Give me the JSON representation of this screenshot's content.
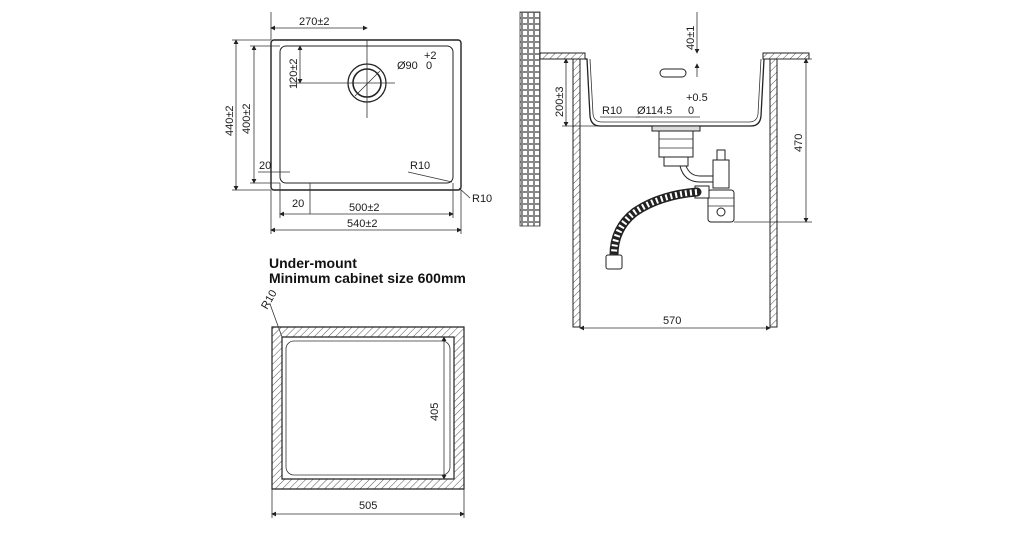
{
  "top_view": {
    "dims": {
      "w270": "270±2",
      "d120": "120±2",
      "d90": "Ø90",
      "tol_plus": "+2",
      "tol_zero": "0",
      "h440": "440±2",
      "h400": "400±2",
      "s20a": "20",
      "s20b": "20",
      "r10_inner": "R10",
      "r10_outer": "R10",
      "w500": "500±2",
      "w540": "540±2"
    }
  },
  "section_view": {
    "dims": {
      "d40": "40±1",
      "d200": "200±3",
      "r10": "R10",
      "d114": "Ø114.5",
      "tol_plus": "+0.5",
      "tol_zero": "0",
      "h470": "470",
      "w570": "570"
    }
  },
  "notes": {
    "line1": "Under-mount",
    "line2": "Minimum cabinet size 600mm"
  },
  "cutout_view": {
    "dims": {
      "r10": "R10",
      "h405": "405",
      "w505": "505"
    }
  }
}
